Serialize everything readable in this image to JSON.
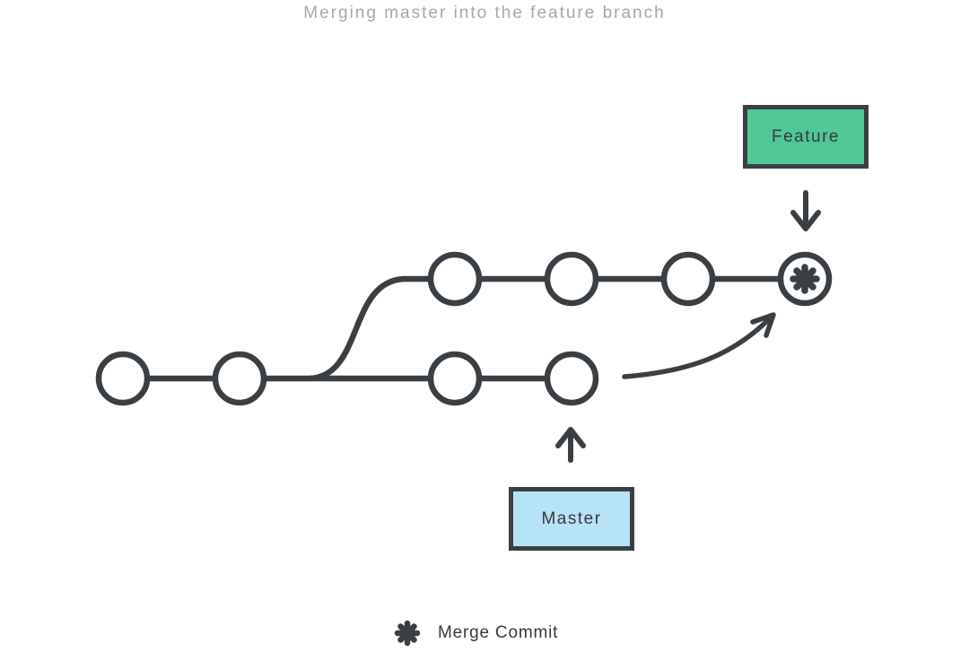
{
  "title": "Merging master into the feature branch",
  "labels": {
    "feature": "Feature",
    "master": "Master"
  },
  "legend": {
    "label": "Merge Commit",
    "symbol": "eight-spoke-asterisk"
  },
  "colors": {
    "feature_green": "#52C796",
    "master_blue": "#B7E3F9",
    "outline_dark": "#3A3F44",
    "title_gray": "#A5A8AA",
    "node_white": "#FFFFFF"
  },
  "graph": {
    "branches": [
      {
        "name": "master",
        "label": "Master",
        "node_color": "#B7E3F9",
        "commits": [
          "base",
          "base",
          "commit",
          "commit"
        ]
      },
      {
        "name": "feature",
        "label": "Feature",
        "node_color": "#52C796",
        "commits": [
          "commit",
          "commit",
          "commit",
          "merge-commit"
        ]
      }
    ]
  }
}
